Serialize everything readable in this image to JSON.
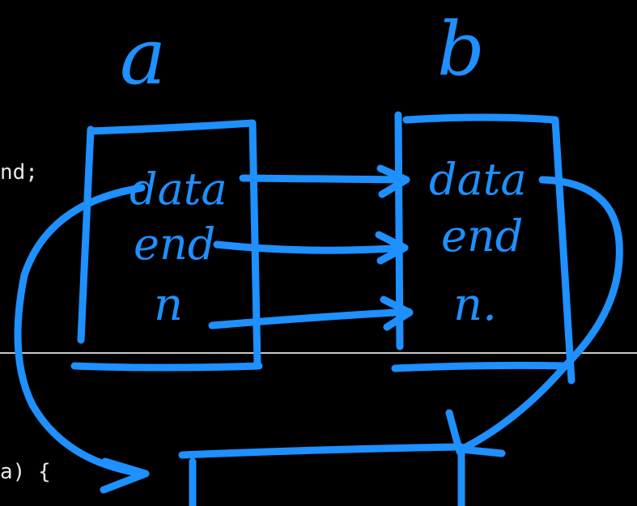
{
  "code": {
    "line1": "nd;",
    "line2": "a) {"
  },
  "labels": {
    "a": "a",
    "b": "b"
  },
  "struct_a_fields": [
    "data",
    "end",
    "n"
  ],
  "struct_b_fields": [
    "data",
    "end",
    "n."
  ],
  "ink_color": "#1e90ff",
  "code_color": "#e8e8e8",
  "divider_color": "#c8c8c8",
  "background_color": "#000000"
}
